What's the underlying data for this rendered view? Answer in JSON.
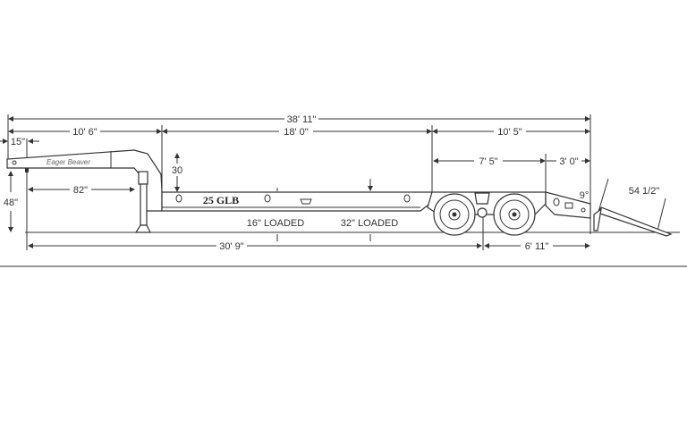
{
  "dimensions": {
    "overall_length": "38' 11\"",
    "gooseneck_length": "10' 6\"",
    "deck_length": "18' 0\"",
    "rear_length": "10' 5\"",
    "axle_section": "7' 5\"",
    "beavertail": "3' 0\"",
    "kingpin_offset": "15\"",
    "neck_height": "30",
    "swing_clearance": "82\"",
    "gooseneck_height": "48\"",
    "kingpin_to_axle": "30' 9\"",
    "axle_to_rear": "6' 11\"",
    "ramp_length": "54 1/2\"",
    "beavertail_angle": "9°"
  },
  "labels": {
    "model": "25 GLB",
    "deck_height_front": "16\" LOADED",
    "deck_height_rear": "32\" LOADED",
    "logo_text": "Eager Beaver"
  }
}
